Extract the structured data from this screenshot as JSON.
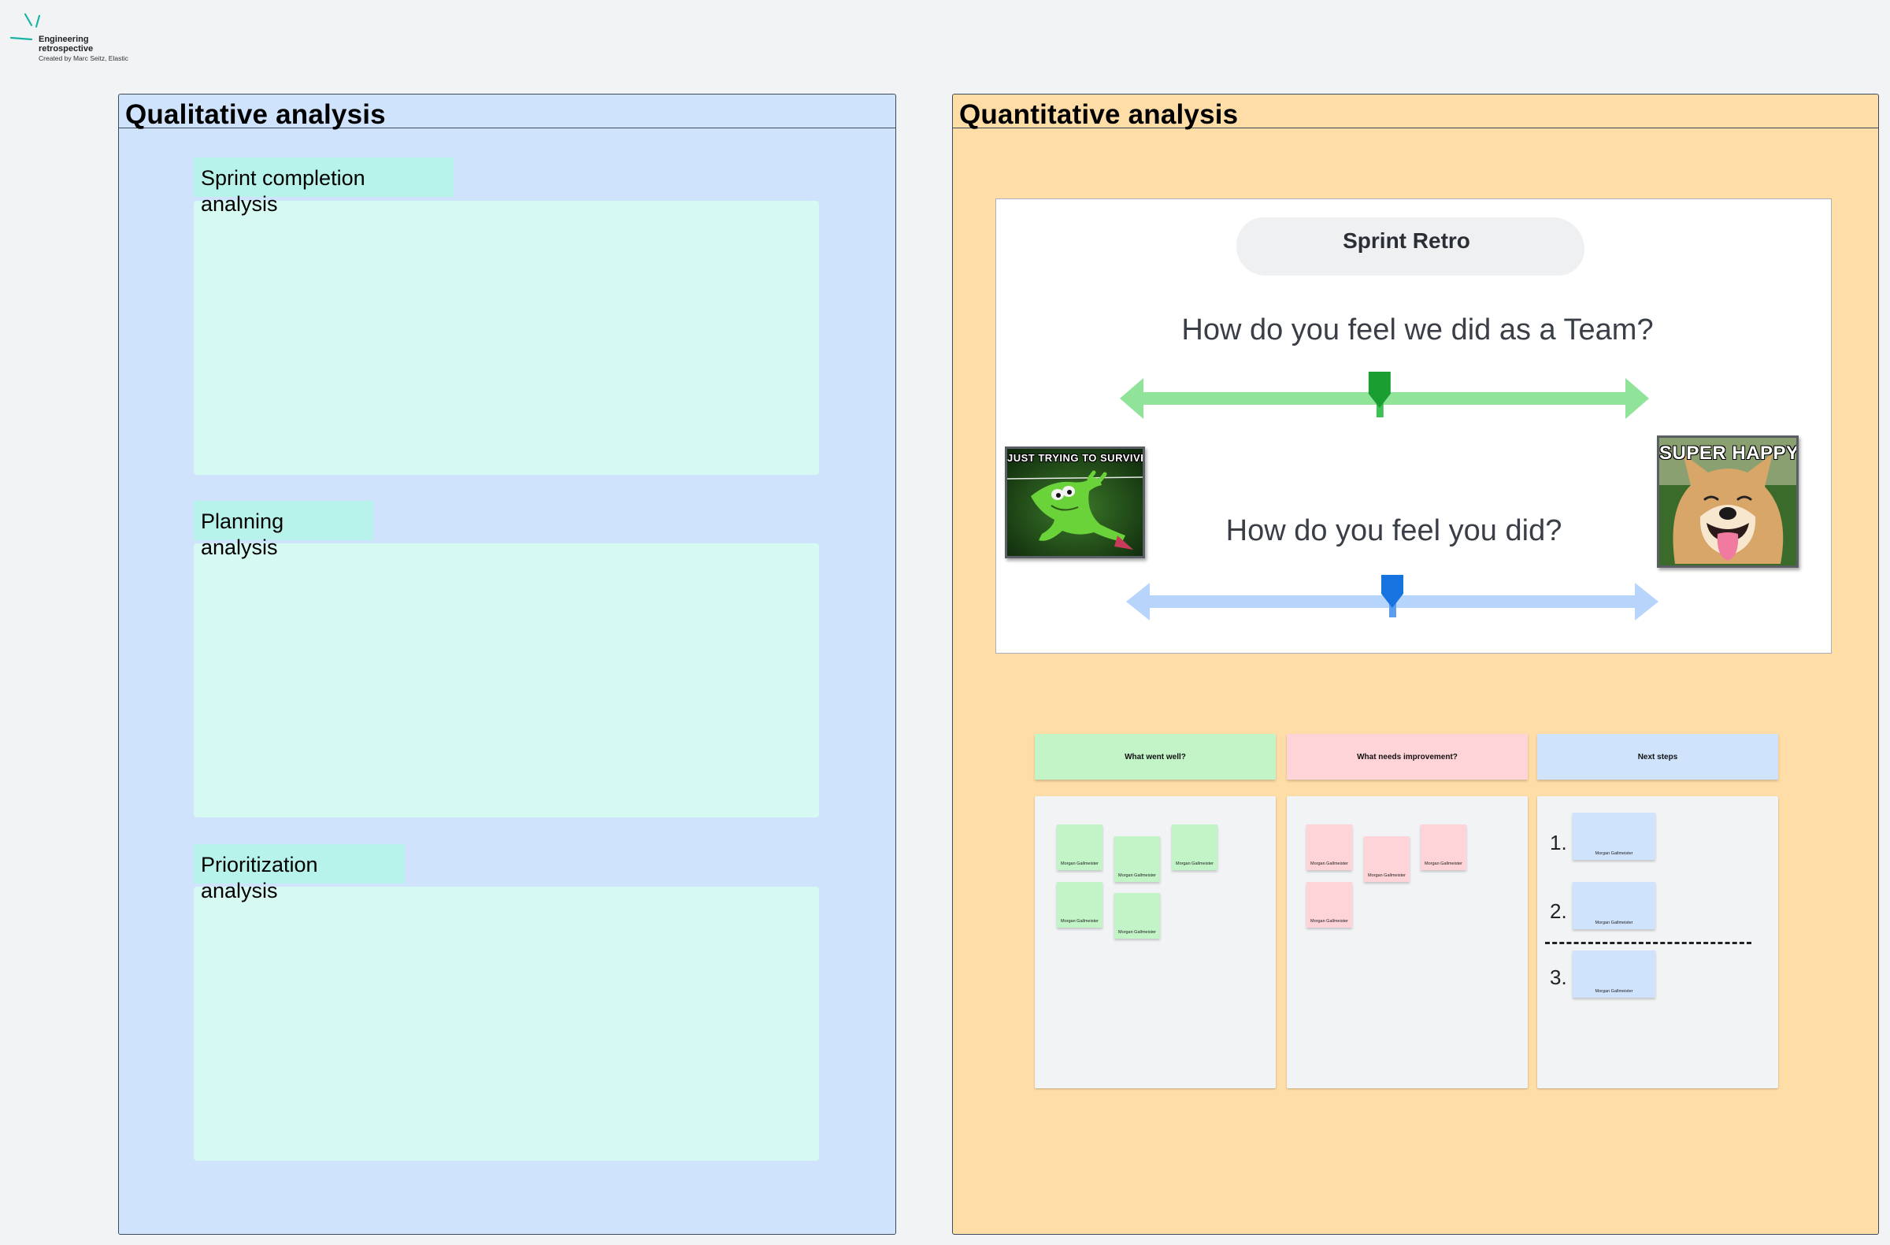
{
  "logo": {
    "title": "Engineering retrospective",
    "subtitle": "Created by Marc Seitz, Elastic",
    "icon": "sparkle-logo-icon",
    "color": "#1bb3a4"
  },
  "qualitative": {
    "title": "Qualitative analysis",
    "sections": [
      {
        "label": "Sprint completion analysis"
      },
      {
        "label": "Planning analysis"
      },
      {
        "label": "Prioritization analysis"
      }
    ]
  },
  "quantitative": {
    "title": "Quantitative analysis",
    "retro": {
      "title": "Sprint Retro",
      "question_team": "How do you feel we did as a Team?",
      "question_self": "How do you feel you did?",
      "team_slider_value": 0.49,
      "self_slider_value": 0.5,
      "meme_left": "JUST TRYING TO SURVIVE",
      "meme_right": "SUPER HAPPY"
    },
    "columns": [
      {
        "heading": "What went well?",
        "color": "#c2f4c8"
      },
      {
        "heading": "What needs improvement?",
        "color": "#ffd4d9"
      },
      {
        "heading": "Next steps",
        "color": "#cfe3fd"
      }
    ],
    "sticky_author": "Morgan Gallmeister",
    "next_step_numbers": [
      "1.",
      "2.",
      "3."
    ]
  }
}
